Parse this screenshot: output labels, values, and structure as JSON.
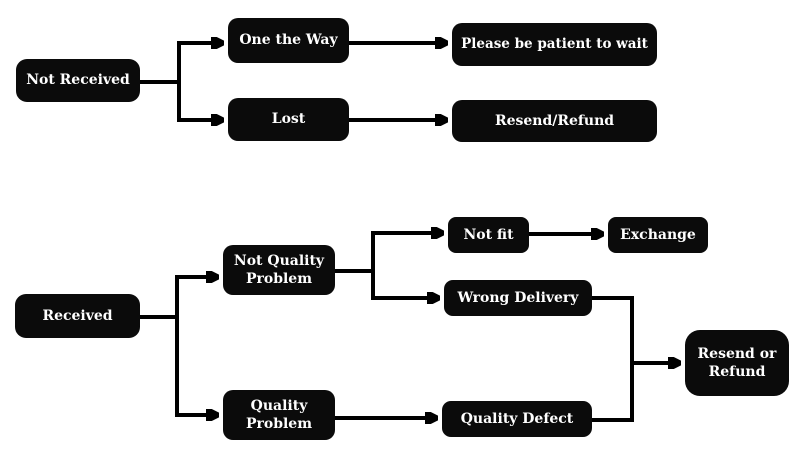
{
  "diagram": {
    "type": "flowchart",
    "colors": {
      "background": "#ffffff",
      "node_fill": "#0b0b0b",
      "node_text": "#ffffff",
      "connector": "#000000"
    },
    "nodes": {
      "not_received": {
        "label": "Not Received"
      },
      "one_the_way": {
        "label": "One the Way"
      },
      "lost": {
        "label": "Lost"
      },
      "please_wait": {
        "label": "Please be patient to wait"
      },
      "resend_refund": {
        "label": "Resend/Refund"
      },
      "received": {
        "label": "Received"
      },
      "not_quality_problem": {
        "label": "Not Quality Problem"
      },
      "quality_problem": {
        "label": "Quality Problem"
      },
      "not_fit": {
        "label": "Not fit"
      },
      "exchange": {
        "label": "Exchange"
      },
      "wrong_delivery": {
        "label": "Wrong Delivery"
      },
      "quality_defect": {
        "label": "Quality Defect"
      },
      "resend_or_refund": {
        "label": "Resend or Refund"
      }
    },
    "edges": [
      {
        "from": "not_received",
        "to": "one_the_way"
      },
      {
        "from": "not_received",
        "to": "lost"
      },
      {
        "from": "one_the_way",
        "to": "please_wait"
      },
      {
        "from": "lost",
        "to": "resend_refund"
      },
      {
        "from": "received",
        "to": "not_quality_problem"
      },
      {
        "from": "received",
        "to": "quality_problem"
      },
      {
        "from": "not_quality_problem",
        "to": "not_fit"
      },
      {
        "from": "not_quality_problem",
        "to": "wrong_delivery"
      },
      {
        "from": "not_fit",
        "to": "exchange"
      },
      {
        "from": "quality_problem",
        "to": "quality_defect"
      },
      {
        "from": "wrong_delivery",
        "to": "resend_or_refund"
      },
      {
        "from": "quality_defect",
        "to": "resend_or_refund"
      }
    ]
  }
}
